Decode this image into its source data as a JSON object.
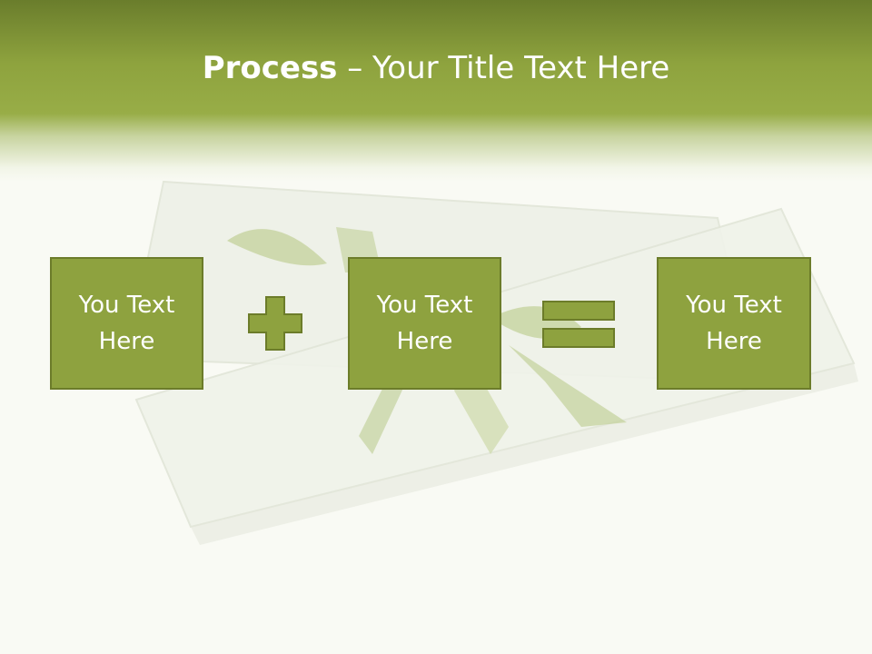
{
  "slide": {
    "title_bold": "Process",
    "title_rest": " – Your Title Text Here",
    "boxes": [
      {
        "text": "You Text Here"
      },
      {
        "text": "You Text Here"
      },
      {
        "text": "You Text Here"
      }
    ],
    "operators": [
      "plus-sign",
      "equals-sign"
    ],
    "colors": {
      "header_dark": "#6a7d2c",
      "header_light": "#98ad47",
      "box_fill": "#8ea23f",
      "box_border": "#6c7c2a",
      "text": "#ffffff",
      "background": "#f9faf4"
    }
  }
}
